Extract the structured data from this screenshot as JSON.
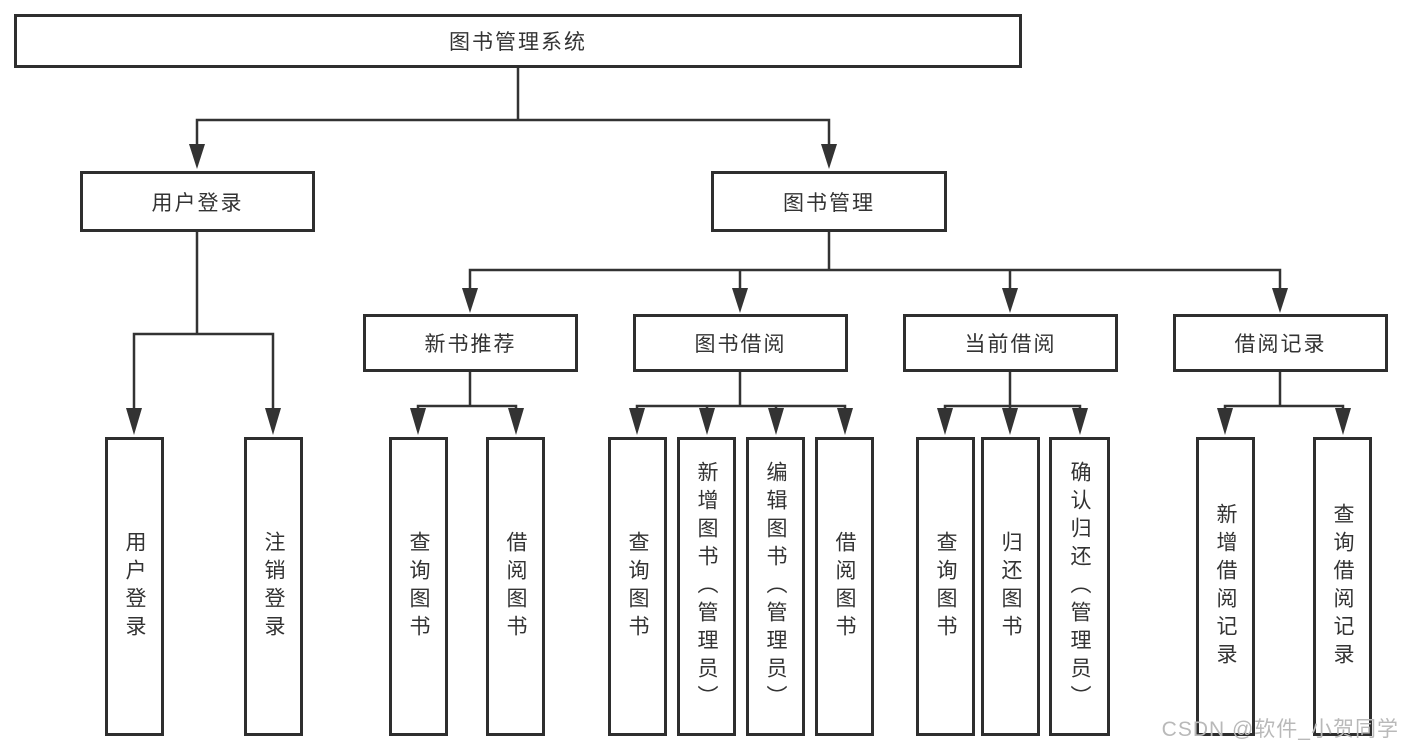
{
  "colors": {
    "line": "#333333",
    "box_border": "#2e2e2e",
    "text": "#333333",
    "watermark": "#b9b9b9",
    "background": "#ffffff"
  },
  "root": {
    "label": "图书管理系统"
  },
  "branches": [
    {
      "label": "用户登录",
      "children": [
        {
          "label": "用户登录"
        },
        {
          "label": "注销登录"
        }
      ]
    },
    {
      "label": "图书管理",
      "sections": [
        {
          "label": "新书推荐",
          "children": [
            {
              "label": "查询图书"
            },
            {
              "label": "借阅图书"
            }
          ]
        },
        {
          "label": "图书借阅",
          "children": [
            {
              "label": "查询图书"
            },
            {
              "label": "新增图书（管理员）"
            },
            {
              "label": "编辑图书（管理员）"
            },
            {
              "label": "借阅图书"
            }
          ]
        },
        {
          "label": "当前借阅",
          "children": [
            {
              "label": "查询图书"
            },
            {
              "label": "归还图书"
            },
            {
              "label": "确认归还（管理员）"
            }
          ]
        },
        {
          "label": "借阅记录",
          "children": [
            {
              "label": "新增借阅记录"
            },
            {
              "label": "查询借阅记录"
            }
          ]
        }
      ]
    }
  ],
  "watermark": {
    "text": "CSDN @软件_小贺同学"
  }
}
